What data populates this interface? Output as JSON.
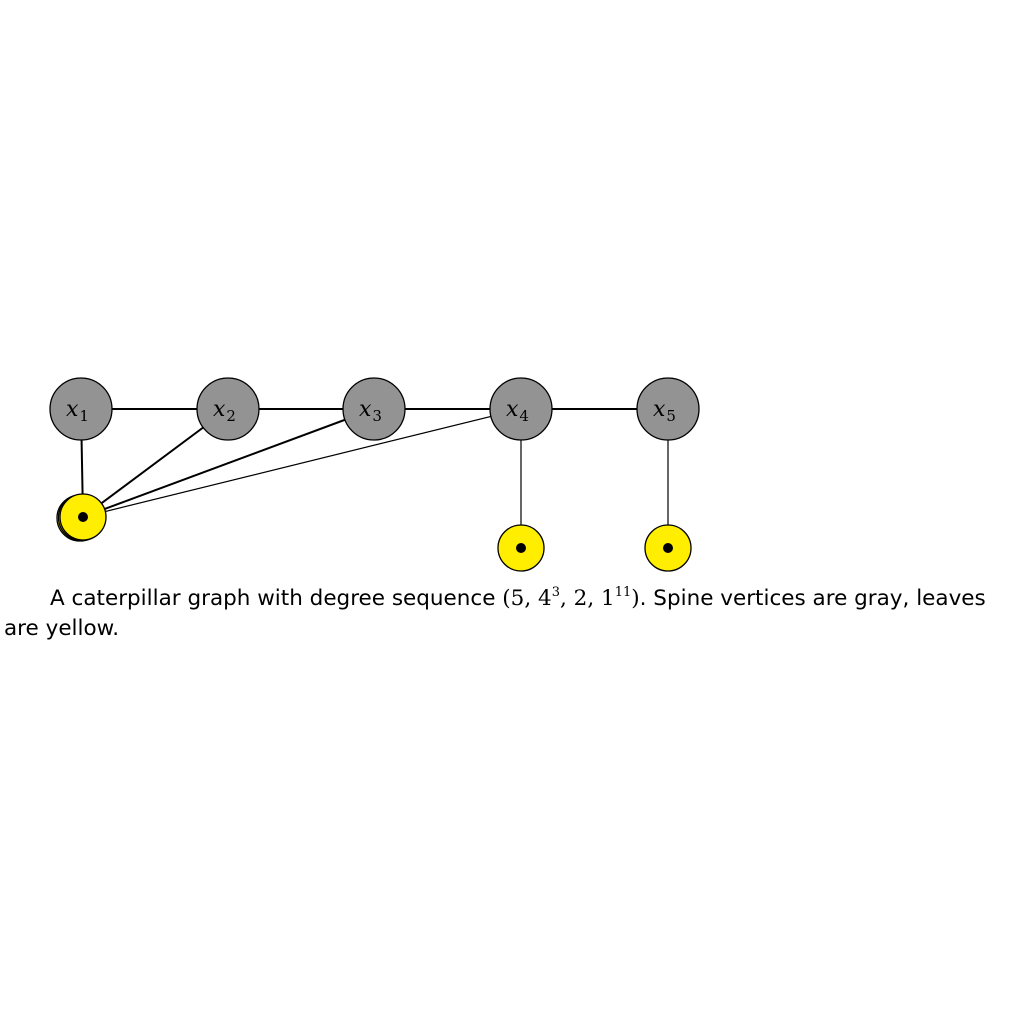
{
  "graph": {
    "spine_color": "#939393",
    "leaf_color": "#ffee00",
    "edge_color": "#000000",
    "spine": [
      {
        "id": "x1",
        "label": "x",
        "sub": "1"
      },
      {
        "id": "x2",
        "label": "x",
        "sub": "2"
      },
      {
        "id": "x3",
        "label": "x",
        "sub": "3"
      },
      {
        "id": "x4",
        "label": "x",
        "sub": "4"
      },
      {
        "id": "x5",
        "label": "x",
        "sub": "5"
      }
    ],
    "spine_edges": [
      [
        "x1",
        "x2"
      ],
      [
        "x2",
        "x3"
      ],
      [
        "x3",
        "x4"
      ],
      [
        "x4",
        "x5"
      ]
    ],
    "leaf_edges": [
      [
        "x1",
        "leaf-a"
      ],
      [
        "x2",
        "leaf-a"
      ],
      [
        "x3",
        "leaf-a"
      ],
      [
        "x4",
        "leaf-a"
      ],
      [
        "x4",
        "leaf-b"
      ],
      [
        "x5",
        "leaf-c"
      ]
    ]
  },
  "caption": {
    "text_before": "A caterpillar graph with degree sequence ",
    "math_open": "(5, 4",
    "math_exp1": "3",
    "math_mid": ", 2, 1",
    "math_exp2": "11",
    "math_close": ")",
    "text_after": ". Spine vertices are gray, leaves are yellow."
  }
}
